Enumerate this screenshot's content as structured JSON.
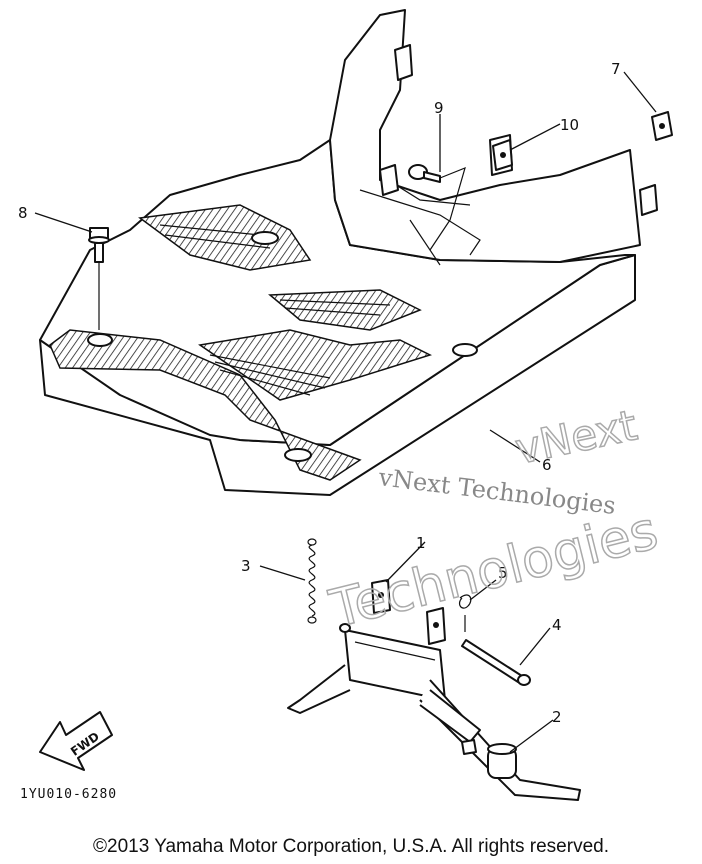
{
  "diagram": {
    "callouts": [
      "1",
      "2",
      "3",
      "4",
      "5",
      "6",
      "7",
      "8",
      "9",
      "10"
    ],
    "fwd_label": "FWD",
    "code": "1YU010-6280"
  },
  "watermark": {
    "line1": "vNext Technologies",
    "outline_top": "vNext",
    "outline_bottom": "Technologies"
  },
  "footer": {
    "copyright": "©2013 Yamaha Motor Corporation, U.S.A. All rights reserved."
  }
}
